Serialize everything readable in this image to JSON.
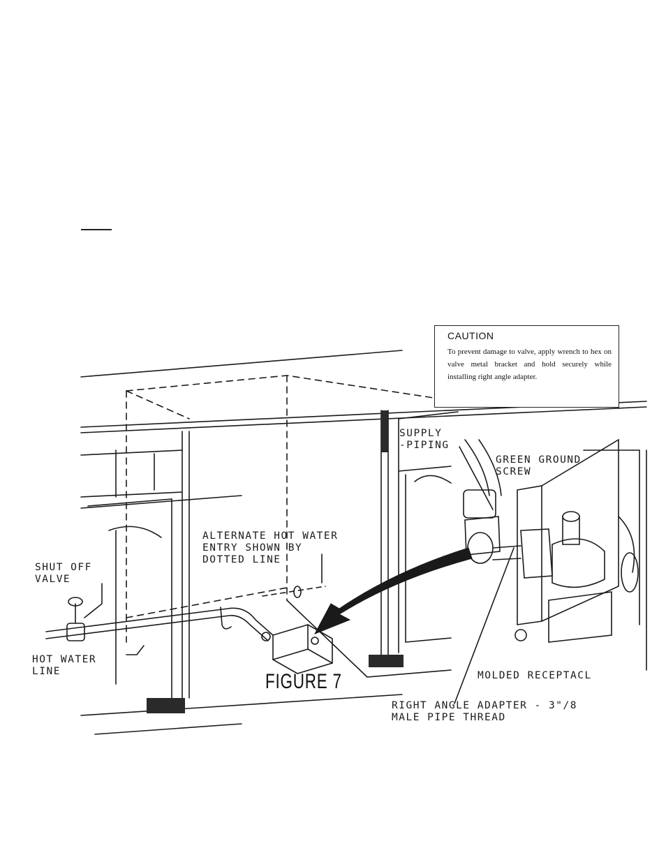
{
  "figure": {
    "caption": "FIGURE 7",
    "caution": {
      "title": "CAUTION",
      "body": "To prevent damage to valve, apply wrench to hex on valve metal bracket and hold securely while installing right angle adapter."
    },
    "labels": {
      "supply_piping": "SUPPLY\n-PIPING",
      "green_ground": "GREEN GROUND\nSCREW",
      "alternate": "ALTERNATE HOT WATER\nENTRY SHOWN BY\nDOTTED LINE",
      "shut_off": "SHUT OFF\nVALVE",
      "hot_water": "HOT WATER\nLINE",
      "molded": "MOLDED RECEPTACL",
      "adapter": "RIGHT ANGLE ADAPTER - 3\"/8\nMALE PIPE THREAD"
    }
  }
}
